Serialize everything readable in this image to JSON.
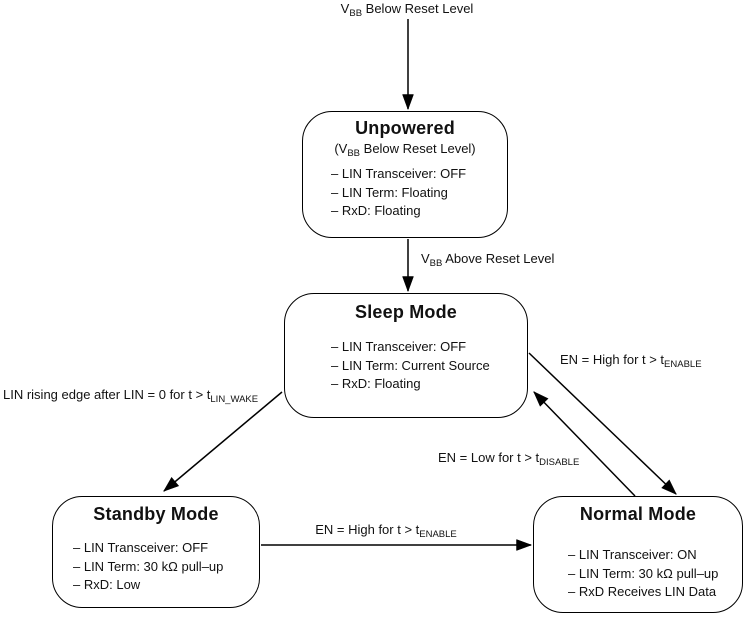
{
  "canvas": {
    "background": "#ffffff",
    "line_color": "#000000",
    "text_color": "#111111"
  },
  "nodes": {
    "unpowered": {
      "title": "Unpowered",
      "subtitle": {
        "pre": "(V",
        "sub": "BB",
        "post": " Below Reset Level)"
      },
      "items": [
        "– LIN Transceiver: OFF",
        "– LIN Term: Floating",
        "– RxD: Floating"
      ]
    },
    "sleep": {
      "title": "Sleep Mode",
      "items": [
        "– LIN Transceiver: OFF",
        "– LIN Term: Current Source",
        "– RxD: Floating"
      ]
    },
    "standby": {
      "title": "Standby Mode",
      "items": [
        "– LIN Transceiver: OFF",
        "– LIN Term: 30 kΩ pull–up",
        "– RxD: Low"
      ]
    },
    "normal": {
      "title": "Normal Mode",
      "items": [
        "– LIN Transceiver: ON",
        "– LIN Term: 30 kΩ pull–up",
        "– RxD Receives LIN Data"
      ]
    }
  },
  "transitions": {
    "vbb_below": {
      "pre": "V",
      "sub": "BB",
      "post": " Below Reset Level"
    },
    "vbb_above": {
      "pre": "V",
      "sub": "BB",
      "post": " Above Reset Level"
    },
    "en_high_sleep_to_normal": {
      "pre": "EN = High for t > t",
      "sub": "ENABLE",
      "post": ""
    },
    "en_low_normal_to_sleep": {
      "pre": "EN = Low for t > t",
      "sub": "DISABLE",
      "post": ""
    },
    "lin_wake_sleep_to_standby": {
      "pre": "LIN rising edge after LIN = 0 for t > t",
      "sub": "LIN_WAKE",
      "post": ""
    },
    "en_high_standby_to_normal": {
      "pre": "EN = High for t > t",
      "sub": "ENABLE",
      "post": ""
    }
  }
}
